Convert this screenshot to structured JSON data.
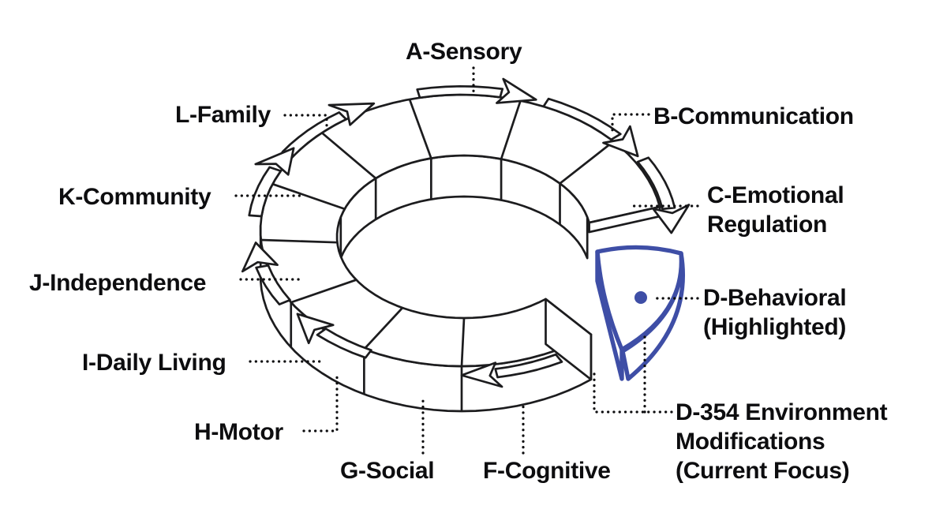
{
  "diagram": {
    "colors": {
      "line": "#1c1c1e",
      "text": "#0d0d0f",
      "highlight": "#3e4ea6",
      "background": "#ffffff"
    },
    "flow_direction": "clockwise",
    "highlighted_segment": "D-Behavioral",
    "current_focus": "D-354 Environment Modifications",
    "labels": {
      "a": "A-Sensory",
      "b": "B-Communication",
      "c": "C-Emotional\nRegulation",
      "d": "D-Behavioral\n(Highlighted)",
      "d354": "D-354 Environment\nModifications\n(Current Focus)",
      "f": "F-Cognitive",
      "g": "G-Social",
      "h": "H-Motor",
      "i": "I-Daily Living",
      "j": "J-Independence",
      "k": "K-Community",
      "l": "L-Family"
    }
  }
}
